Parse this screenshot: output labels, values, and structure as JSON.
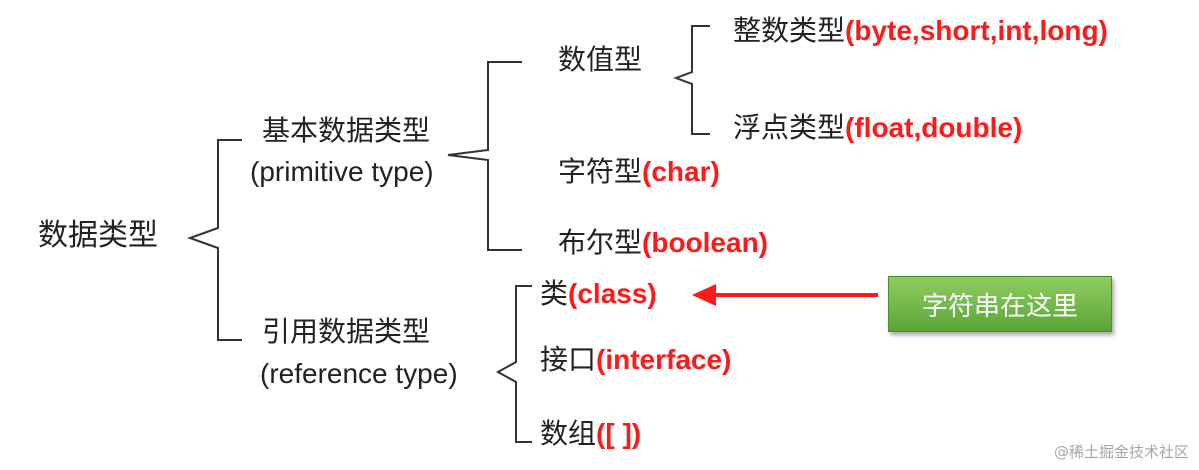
{
  "root": {
    "label": "数据类型"
  },
  "primitive": {
    "label_zh": "基本数据类型",
    "label_en": "(primitive type)"
  },
  "numeric": {
    "label": "数值型"
  },
  "integer": {
    "label_zh": "整数类型",
    "types": "(byte,short,int,long)"
  },
  "float": {
    "label_zh": "浮点类型",
    "types": "(float,double)"
  },
  "char": {
    "label_zh": "字符型",
    "types": "(char)"
  },
  "boolean": {
    "label_zh": "布尔型",
    "types": "(boolean)"
  },
  "reference": {
    "label_zh": "引用数据类型",
    "label_en": "(reference type)"
  },
  "class": {
    "label_zh": "类",
    "types": "(class)"
  },
  "interface": {
    "label_zh": "接口",
    "types": "(interface)"
  },
  "array": {
    "label_zh": "数组",
    "types": "([ ])"
  },
  "callout": {
    "text": "字符串在这里"
  },
  "watermark": {
    "text": "@稀土掘金技术社区"
  },
  "colors": {
    "accent_red": "#ff1a1a",
    "callout_green": "#6fba4a",
    "line": "#333333"
  }
}
